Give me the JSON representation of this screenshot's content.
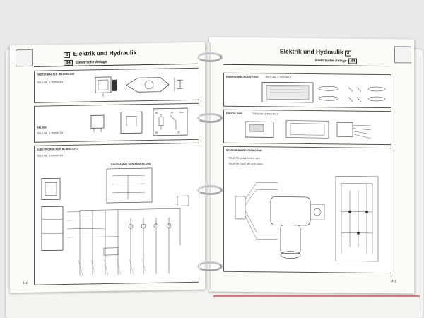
{
  "left_page": {
    "chapter_number": "8",
    "section_number": "84",
    "title": "Elektrik und Hydraulik",
    "subtitle": "Elektrische Anlage",
    "page_number": "410",
    "panels": [
      {
        "label": "TASTSCHALTER WARNBLINK",
        "part": "TEILE-NR. 2.7839.044.0"
      },
      {
        "label": "RELAIS",
        "part": "TEILE-NR. 2.7839.107.0",
        "pins": [
          "86",
          "87",
          "87a",
          "85",
          "30"
        ]
      },
      {
        "label": "ELEKTRONISCHER BLINKLICHT",
        "part": "TEILE-NR. 2.9539.034.0",
        "diagram_title": "DIAGRAMME AUS ANSCHLUSS"
      }
    ]
  },
  "right_page": {
    "chapter_number": "8",
    "section_number": "84",
    "title": "Elektrik und Hydraulik",
    "subtitle": "Elektrische Anlage",
    "page_number": "411",
    "panels": [
      {
        "label": "KABINENBELEUCHTUNG",
        "part": "TEILE-NR. 2.7839.087.0"
      },
      {
        "label": "DIGITALUHR",
        "part": "TEILE-NR. 2.4569.001.0"
      },
      {
        "label": "SCHEIBENWISCHERMOTOR",
        "part": "TEILE-NR. 2.4419.070.0 vorn",
        "part2": "TEILE-NR. 3247.087.4/10 hinten"
      }
    ]
  }
}
